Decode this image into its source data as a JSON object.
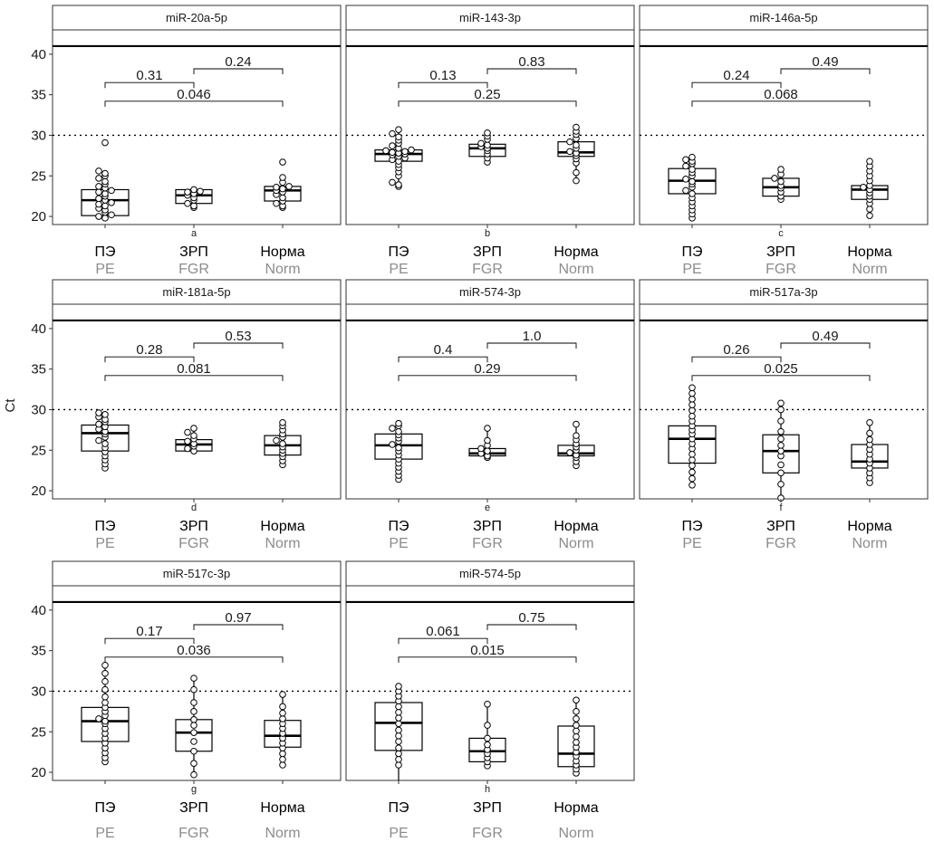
{
  "chart_data": {
    "type": "box",
    "ylabel": "Ct",
    "ylim": [
      19,
      43
    ],
    "yticks": [
      20,
      25,
      30,
      35,
      40
    ],
    "reference_lines": {
      "dotted": 30,
      "solid": 41
    },
    "categories_ru": [
      "ПЭ",
      "ЗРП",
      "Норма"
    ],
    "categories_en": [
      "PE",
      "FGR",
      "Norm"
    ],
    "panels": [
      {
        "title": "miR-20a-5p",
        "letter": "a",
        "p_values": {
          "pe_fgr": "0.31",
          "fgr_norm": "0.24",
          "pe_norm": "0.046"
        },
        "groups": [
          {
            "box": [
              20.1,
              22.0,
              23.3
            ],
            "whiskers": [
              19.8,
              25.6
            ],
            "points": [
              19.8,
              20.0,
              20.2,
              20.5,
              20.8,
              21.0,
              21.3,
              21.5,
              21.7,
              22.0,
              22.2,
              22.5,
              22.8,
              23.0,
              23.2,
              23.5,
              23.7,
              24.0,
              24.3,
              24.7,
              25.0,
              25.3,
              25.6,
              29.1
            ]
          },
          {
            "box": [
              21.6,
              22.6,
              23.3
            ],
            "whiskers": [
              21.1,
              23.3
            ],
            "points": [
              21.1,
              21.3,
              21.6,
              22.0,
              22.3,
              22.6,
              22.8,
              23.0,
              23.1,
              23.3
            ]
          },
          {
            "box": [
              21.9,
              23.2,
              23.7
            ],
            "whiskers": [
              21.1,
              24.8
            ],
            "points": [
              21.1,
              21.3,
              21.6,
              21.9,
              22.3,
              22.7,
              23.0,
              23.2,
              23.4,
              23.6,
              23.7,
              24.2,
              24.8,
              26.7
            ]
          }
        ]
      },
      {
        "title": "miR-143-3p",
        "letter": "b",
        "p_values": {
          "pe_fgr": "0.13",
          "fgr_norm": "0.83",
          "pe_norm": "0.25"
        },
        "groups": [
          {
            "box": [
              26.8,
              27.7,
              28.2
            ],
            "whiskers": [
              24.2,
              30.7
            ],
            "points": [
              23.7,
              23.9,
              24.2,
              25.0,
              25.5,
              26.0,
              26.4,
              26.8,
              27.0,
              27.2,
              27.4,
              27.6,
              27.7,
              27.8,
              27.9,
              28.0,
              28.1,
              28.2,
              28.4,
              28.7,
              29.0,
              29.4,
              29.8,
              30.2,
              30.7
            ]
          },
          {
            "box": [
              27.4,
              28.4,
              28.9
            ],
            "whiskers": [
              26.7,
              30.3
            ],
            "points": [
              26.7,
              27.2,
              27.7,
              28.1,
              28.4,
              28.6,
              28.8,
              29.0,
              29.5,
              29.9,
              30.3
            ]
          },
          {
            "box": [
              27.4,
              27.9,
              29.2
            ],
            "whiskers": [
              24.4,
              31.0
            ],
            "points": [
              24.4,
              25.4,
              26.6,
              27.1,
              27.5,
              27.8,
              28.0,
              28.4,
              28.8,
              29.2,
              29.6,
              30.1,
              30.5,
              31.0
            ]
          }
        ]
      },
      {
        "title": "miR-146a-5p",
        "letter": "c",
        "p_values": {
          "pe_fgr": "0.24",
          "fgr_norm": "0.49",
          "pe_norm": "0.068"
        },
        "groups": [
          {
            "box": [
              22.8,
              24.4,
              25.9
            ],
            "whiskers": [
              19.8,
              27.3
            ],
            "points": [
              19.8,
              20.3,
              20.8,
              21.3,
              21.8,
              22.3,
              22.8,
              23.2,
              23.6,
              24.0,
              24.3,
              24.6,
              25.0,
              25.4,
              25.8,
              26.2,
              26.5,
              26.8,
              27.0,
              27.3
            ]
          },
          {
            "box": [
              22.5,
              23.6,
              24.7
            ],
            "whiskers": [
              22.1,
              25.8
            ],
            "points": [
              22.1,
              22.5,
              23.0,
              23.5,
              23.8,
              24.3,
              24.7,
              25.2,
              25.8
            ]
          },
          {
            "box": [
              22.1,
              23.3,
              23.8
            ],
            "whiskers": [
              20.1,
              26.8
            ],
            "points": [
              20.1,
              20.9,
              21.6,
              22.1,
              22.5,
              22.9,
              23.3,
              23.6,
              23.8,
              24.4,
              25.0,
              25.6,
              26.2,
              26.8
            ]
          }
        ]
      },
      {
        "title": "miR-181a-5p",
        "letter": "d",
        "p_values": {
          "pe_fgr": "0.28",
          "fgr_norm": "0.53",
          "pe_norm": "0.081"
        },
        "groups": [
          {
            "box": [
              24.9,
              27.1,
              28.1
            ],
            "whiskers": [
              22.8,
              29.6
            ],
            "points": [
              22.8,
              23.3,
              23.8,
              24.3,
              24.8,
              25.3,
              25.8,
              26.2,
              26.6,
              27.0,
              27.3,
              27.6,
              27.9,
              28.2,
              28.5,
              28.8,
              29.1,
              29.4,
              29.6
            ]
          },
          {
            "box": [
              24.9,
              25.7,
              26.3
            ],
            "whiskers": [
              24.9,
              27.7
            ],
            "points": [
              24.9,
              25.2,
              25.5,
              25.8,
              26.1,
              26.4,
              26.8,
              27.2,
              27.7
            ]
          },
          {
            "box": [
              24.4,
              25.6,
              26.8
            ],
            "whiskers": [
              23.2,
              28.4
            ],
            "points": [
              23.2,
              23.7,
              24.2,
              24.6,
              25.0,
              25.4,
              25.8,
              26.2,
              26.6,
              27.0,
              27.5,
              28.0,
              28.4
            ]
          }
        ]
      },
      {
        "title": "miR-574-3p",
        "letter": "e",
        "p_values": {
          "pe_fgr": "0.4",
          "fgr_norm": "1.0",
          "pe_norm": "0.29"
        },
        "groups": [
          {
            "box": [
              23.9,
              25.6,
              27.0
            ],
            "whiskers": [
              21.4,
              28.3
            ],
            "points": [
              21.4,
              21.9,
              22.4,
              22.9,
              23.4,
              23.9,
              24.4,
              24.9,
              25.3,
              25.7,
              26.1,
              26.5,
              26.9,
              27.3,
              27.7,
              28.0,
              28.3
            ]
          },
          {
            "box": [
              24.3,
              24.6,
              25.2
            ],
            "whiskers": [
              24.1,
              27.7
            ],
            "points": [
              24.1,
              24.3,
              24.6,
              24.9,
              25.2,
              25.6,
              26.2,
              27.7
            ]
          },
          {
            "box": [
              24.3,
              24.6,
              25.6
            ],
            "whiskers": [
              23.1,
              28.2
            ],
            "points": [
              23.1,
              23.6,
              24.1,
              24.4,
              24.7,
              25.0,
              25.4,
              25.8,
              26.3,
              26.8,
              28.2
            ]
          }
        ]
      },
      {
        "title": "miR-517a-3p",
        "letter": "f",
        "p_values": {
          "pe_fgr": "0.26",
          "fgr_norm": "0.49",
          "pe_norm": "0.025"
        },
        "groups": [
          {
            "box": [
              23.4,
              26.4,
              28.0
            ],
            "whiskers": [
              20.7,
              32.7
            ],
            "points": [
              20.7,
              21.5,
              22.3,
              23.1,
              23.8,
              24.5,
              25.2,
              25.8,
              26.4,
              27.0,
              27.5,
              28.0,
              28.6,
              29.2,
              29.9,
              30.6,
              31.3,
              32.0,
              32.7
            ]
          },
          {
            "box": [
              22.2,
              24.9,
              26.9
            ],
            "whiskers": [
              19.1,
              30.8
            ],
            "points": [
              19.1,
              20.8,
              22.2,
              23.2,
              24.3,
              24.9,
              25.6,
              26.4,
              27.3,
              28.6,
              30.0,
              30.8
            ]
          },
          {
            "box": [
              22.8,
              23.6,
              25.7
            ],
            "whiskers": [
              21.0,
              28.4
            ],
            "points": [
              21.0,
              21.6,
              22.2,
              22.8,
              23.4,
              23.9,
              24.5,
              25.1,
              25.7,
              26.3,
              27.1,
              28.4
            ]
          }
        ]
      },
      {
        "title": "miR-517c-3p",
        "letter": "g",
        "p_values": {
          "pe_fgr": "0.17",
          "fgr_norm": "0.97",
          "pe_norm": "0.036"
        },
        "groups": [
          {
            "box": [
              23.8,
              26.3,
              28.0
            ],
            "whiskers": [
              21.3,
              33.2
            ],
            "points": [
              21.3,
              21.8,
              22.4,
              23.0,
              23.6,
              24.2,
              24.8,
              25.4,
              26.0,
              26.3,
              26.6,
              27.0,
              27.5,
              28.0,
              28.6,
              29.3,
              30.2,
              31.2,
              32.2,
              33.2
            ]
          },
          {
            "box": [
              22.6,
              24.9,
              26.5
            ],
            "whiskers": [
              19.7,
              31.6
            ],
            "points": [
              19.7,
              21.1,
              22.6,
              23.8,
              24.9,
              25.8,
              26.5,
              27.5,
              28.6,
              30.2,
              31.6
            ]
          },
          {
            "box": [
              23.1,
              24.5,
              26.4
            ],
            "whiskers": [
              20.9,
              29.6
            ],
            "points": [
              20.9,
              21.6,
              22.3,
              23.0,
              23.6,
              24.2,
              24.8,
              25.4,
              26.0,
              26.6,
              27.3,
              28.1,
              29.6
            ]
          }
        ]
      },
      {
        "title": "miR-574-5p",
        "letter": "h",
        "p_values": {
          "pe_fgr": "0.061",
          "fgr_norm": "0.75",
          "pe_norm": "0.015"
        },
        "groups": [
          {
            "box": [
              22.7,
              26.1,
              28.6
            ],
            "whiskers": [
              19.0,
              30.6
            ],
            "points": [
              20.9,
              21.6,
              22.3,
              23.0,
              23.8,
              24.5,
              25.2,
              26.0,
              26.7,
              27.4,
              28.1,
              28.8,
              29.4,
              30.0,
              30.6
            ]
          },
          {
            "box": [
              21.3,
              22.6,
              24.2
            ],
            "whiskers": [
              20.8,
              28.4
            ],
            "points": [
              20.8,
              21.3,
              21.8,
              22.3,
              22.8,
              23.4,
              24.2,
              25.8,
              28.4
            ]
          },
          {
            "box": [
              20.7,
              22.3,
              25.7
            ],
            "whiskers": [
              19.9,
              28.9
            ],
            "points": [
              19.9,
              20.4,
              20.9,
              21.4,
              22.0,
              22.5,
              23.1,
              23.7,
              24.4,
              25.1,
              25.8,
              26.6,
              27.5,
              28.9
            ]
          }
        ]
      }
    ]
  }
}
